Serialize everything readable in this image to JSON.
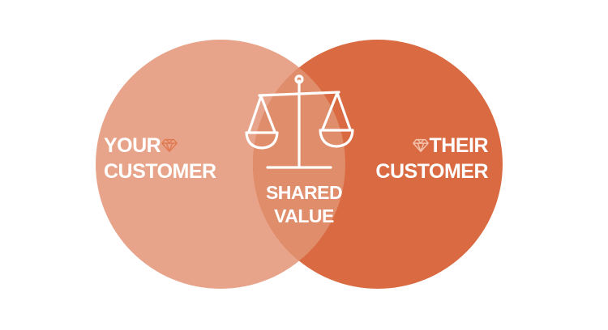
{
  "diagram": {
    "left_circle": {
      "label_line1": "YOUR",
      "label_line2": "CUSTOMER",
      "color": "#e8a48a"
    },
    "right_circle": {
      "label_line1": "THEIR",
      "label_line2": "CUSTOMER",
      "color": "#d96a41"
    },
    "intersection": {
      "label_line1": "SHARED",
      "label_line2": "VALUE",
      "color": "#e08d6b",
      "icon": "balance-scale-icon"
    },
    "gem_icon": "diamond-icon",
    "gem_color": "#e07a52"
  }
}
